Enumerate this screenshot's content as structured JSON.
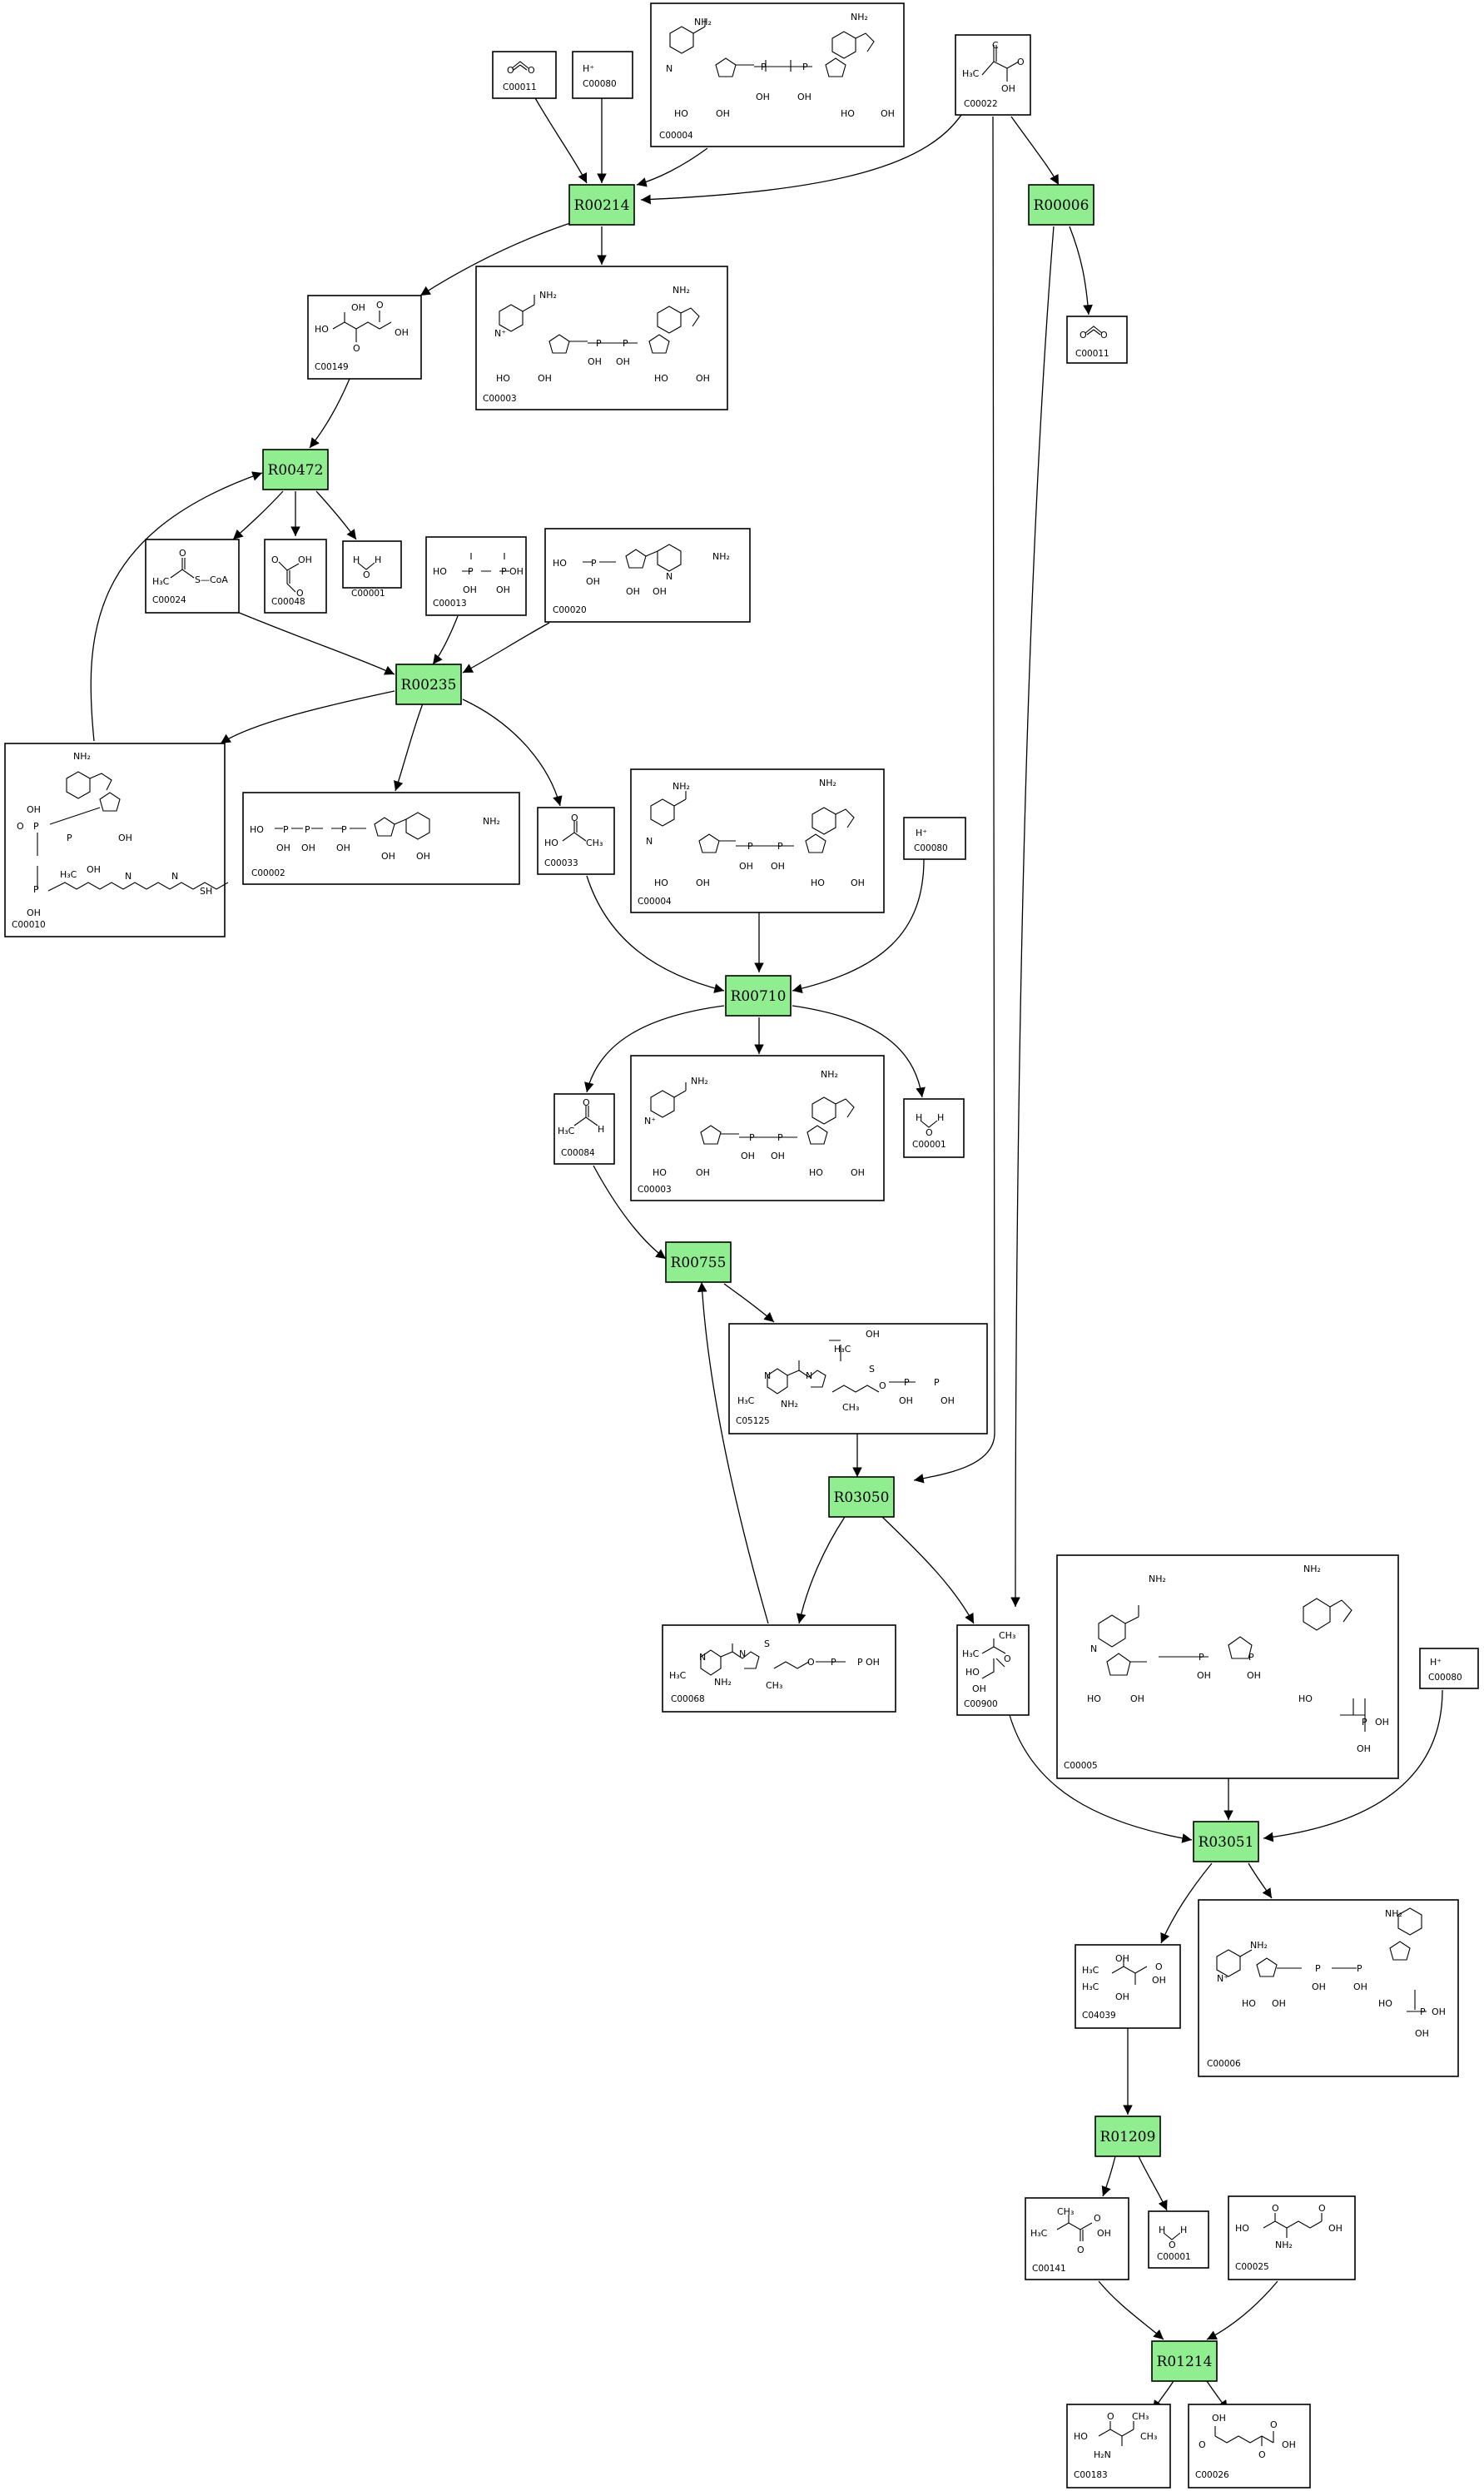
{
  "colors": {
    "reaction_fill": "#90ee90",
    "box_fill": "#ffffff",
    "stroke": "#000000"
  },
  "reactions": [
    {
      "id": "R00214",
      "label": "R00214"
    },
    {
      "id": "R00006",
      "label": "R00006"
    },
    {
      "id": "R00472",
      "label": "R00472"
    },
    {
      "id": "R00235",
      "label": "R00235"
    },
    {
      "id": "R00710",
      "label": "R00710"
    },
    {
      "id": "R00755",
      "label": "R00755"
    },
    {
      "id": "R03050",
      "label": "R03050"
    },
    {
      "id": "R03051",
      "label": "R03051"
    },
    {
      "id": "R01209",
      "label": "R01209"
    },
    {
      "id": "R01214",
      "label": "R01214"
    }
  ],
  "compounds": [
    {
      "key": "c00011_a",
      "id": "C00011",
      "structure": "CO2"
    },
    {
      "key": "c00080_a",
      "id": "C00080",
      "structure": "H+"
    },
    {
      "key": "c00004_a",
      "id": "C00004",
      "structure": "NADH"
    },
    {
      "key": "c00022",
      "id": "C00022",
      "structure": "pyruvate"
    },
    {
      "key": "c00149",
      "id": "C00149",
      "structure": "malate"
    },
    {
      "key": "c00003_a",
      "id": "C00003",
      "structure": "NAD+"
    },
    {
      "key": "c00011_b",
      "id": "C00011",
      "structure": "CO2"
    },
    {
      "key": "c00024",
      "id": "C00024",
      "structure": "acetyl-CoA"
    },
    {
      "key": "c00048",
      "id": "C00048",
      "structure": "glyoxylate"
    },
    {
      "key": "c00001_a",
      "id": "C00001",
      "structure": "H2O"
    },
    {
      "key": "c00013",
      "id": "C00013",
      "structure": "diphosphate"
    },
    {
      "key": "c00020",
      "id": "C00020",
      "structure": "AMP"
    },
    {
      "key": "c00010",
      "id": "C00010",
      "structure": "CoA"
    },
    {
      "key": "c00002",
      "id": "C00002",
      "structure": "ATP"
    },
    {
      "key": "c00033",
      "id": "C00033",
      "structure": "acetate"
    },
    {
      "key": "c00004_b",
      "id": "C00004",
      "structure": "NADH"
    },
    {
      "key": "c00080_b",
      "id": "C00080",
      "structure": "H+"
    },
    {
      "key": "c00084",
      "id": "C00084",
      "structure": "acetaldehyde"
    },
    {
      "key": "c00003_b",
      "id": "C00003",
      "structure": "NAD+"
    },
    {
      "key": "c00001_b",
      "id": "C00001",
      "structure": "H2O"
    },
    {
      "key": "c05125",
      "id": "C05125",
      "structure": "hydroxyethyl-ThPP"
    },
    {
      "key": "c00068",
      "id": "C00068",
      "structure": "ThPP"
    },
    {
      "key": "c00900",
      "id": "C00900",
      "structure": "acetolactate"
    },
    {
      "key": "c00005",
      "id": "C00005",
      "structure": "NADPH"
    },
    {
      "key": "c00080_c",
      "id": "C00080",
      "structure": "H+"
    },
    {
      "key": "c04039",
      "id": "C04039",
      "structure": "dihydroxy-isovalerate"
    },
    {
      "key": "c00006",
      "id": "C00006",
      "structure": "NADP+"
    },
    {
      "key": "c00141",
      "id": "C00141",
      "structure": "ketoisovalerate"
    },
    {
      "key": "c00001_c",
      "id": "C00001",
      "structure": "H2O"
    },
    {
      "key": "c00025",
      "id": "C00025",
      "structure": "glutamate"
    },
    {
      "key": "c00183",
      "id": "C00183",
      "structure": "valine"
    },
    {
      "key": "c00026",
      "id": "C00026",
      "structure": "2-oxoglutarate"
    }
  ],
  "atom_text": {
    "h_plus": "H⁺",
    "nh2": "NH₂",
    "oh": "OH",
    "ho": "HO",
    "h3c": "H₃C",
    "ch3": "CH₃",
    "o": "O",
    "p": "P",
    "n": "N",
    "s": "S",
    "h": "H",
    "c": "C",
    "sh": "SH",
    "s_coa": "S—CoA",
    "h2n": "H₂N",
    "n_plus": "N⁺"
  }
}
